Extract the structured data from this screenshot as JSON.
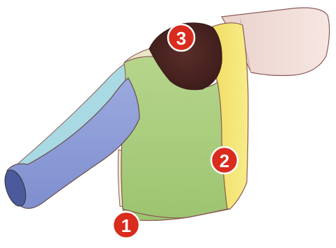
{
  "colors": {
    "front_panel": "#a9cd7e",
    "side_panel": "#f5e575",
    "neckline": "#4a2421",
    "left_sleeve": "#8f9fd8",
    "left_sleeve_back": "#a9d9e2",
    "right_sleeve": "#f0dcd6",
    "underside": "#ece9cf",
    "marker_fill": "#d92b1e",
    "marker_text": "#ffffff"
  },
  "markers": [
    {
      "id": "marker-1",
      "label": "1",
      "part": "front-hem"
    },
    {
      "id": "marker-2",
      "label": "2",
      "part": "side-seam"
    },
    {
      "id": "marker-3",
      "label": "3",
      "part": "neckline"
    }
  ]
}
